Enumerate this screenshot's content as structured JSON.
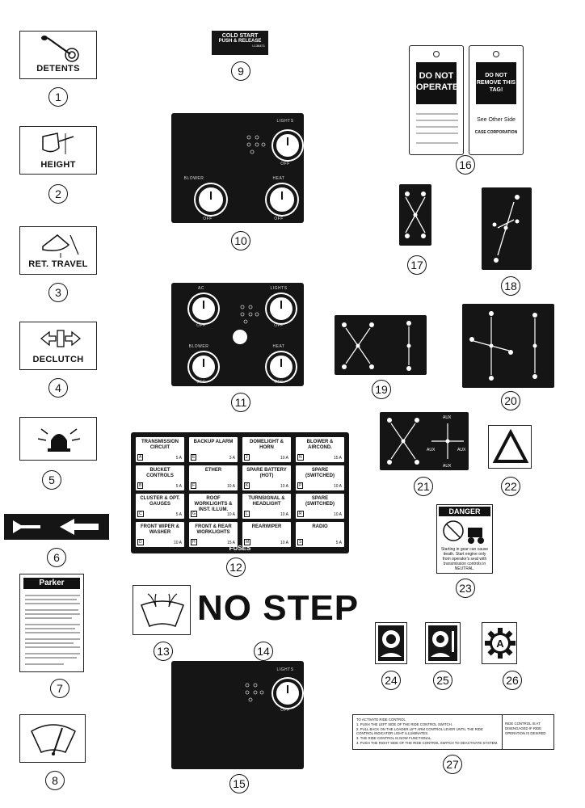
{
  "callouts": [
    "1",
    "2",
    "3",
    "4",
    "5",
    "6",
    "7",
    "8",
    "9",
    "10",
    "11",
    "12",
    "13",
    "14",
    "15",
    "16",
    "17",
    "18",
    "19",
    "20",
    "21",
    "22",
    "23",
    "24",
    "25",
    "26",
    "27"
  ],
  "decals": {
    "detents": "DETENTS",
    "height": "HEIGHT",
    "ret_travel": "RET. TRAVEL",
    "declutch": "DECLUTCH",
    "cold_start_line1": "COLD START",
    "cold_start_line2": "PUSH & RELEASE",
    "cold_start_part": "L138471",
    "no_step": "NO STEP",
    "parker": "Parker",
    "danger": "DANGER",
    "danger_text": "Starting in gear can cause death. Start engine only from operator's seat with transmission controls in NEUTRAL."
  },
  "tags": {
    "left_title": "DO NOT OPERATE",
    "right_title": "DO NOT REMOVE THIS TAG!",
    "right_sub": "See Other Side",
    "right_company": "CASE CORPORATION"
  },
  "panels": {
    "lights": "LIGHTS",
    "blower": "BLOWER",
    "heat": "HEAT",
    "ac": "AC",
    "off": "OFF"
  },
  "fuse_panel": {
    "title": "FUSES",
    "fuses": [
      {
        "name": "TRANSMISSION CIRCUIT",
        "letter": "A",
        "amps": "5 A"
      },
      {
        "name": "BACKUP ALARM",
        "letter": "E",
        "amps": "3 A"
      },
      {
        "name": "DOMELIGHT & HORN",
        "letter": "J",
        "amps": "10 A"
      },
      {
        "name": "BLOWER & AIRCOND.",
        "letter": "N",
        "amps": "15 A"
      },
      {
        "name": "BUCKET CONTROLS",
        "letter": "B",
        "amps": "5 A"
      },
      {
        "name": "ETHER",
        "letter": "F",
        "amps": "10 A"
      },
      {
        "name": "SPARE BATTERY (HOT)",
        "letter": "K",
        "amps": "10 A"
      },
      {
        "name": "SPARE (SWITCHED)",
        "letter": "P",
        "amps": "10 A"
      },
      {
        "name": "CLUSTER & OPT. GAUGES",
        "letter": "C",
        "amps": "5 A"
      },
      {
        "name": "ROOF WORKLIGHTS & INST. ILLUM.",
        "letter": "G",
        "amps": "10 A"
      },
      {
        "name": "TURNSIGNAL & HEADLIGHT",
        "letter": "L",
        "amps": "10 A"
      },
      {
        "name": "SPARE (SWITCHED)",
        "letter": "R",
        "amps": "10 A"
      },
      {
        "name": "FRONT WIPER & WASHER",
        "letter": "D",
        "amps": "10 A"
      },
      {
        "name": "FRONT & REAR WORKLIGHTS",
        "letter": "H",
        "amps": "15 A"
      },
      {
        "name": "REARWIPER",
        "letter": "M",
        "amps": "10 A"
      },
      {
        "name": "RADIO",
        "letter": "S",
        "amps": "5 A"
      }
    ]
  },
  "ride_control": {
    "line1": "TO ACTIVATE RIDE CONTROL",
    "line2": "1. PUSH THE LEFT SIDE OF THE RIDE CONTROL SWITCH.",
    "line3": "2. PULL BACK ON THE LOADER LIFT ARM CONTROL LEVER UNTIL THE RIDE CONTROL INDICATOR LIGHT ILLUMINATES.",
    "line4": "3. THE RIDE CONTROL IS NOW FUNCTIONAL.",
    "line5": "4. PUSH THE RIGHT SIDE OF THE RIDE CONTROL SWITCH TO DEACTIVATE SYSTEM.",
    "side": "RIDE CONTROL IS AT DISENGAGED IF RIDE OPERATION IS DESIRED"
  },
  "aux_labels": [
    "AUX",
    "AUX",
    "AUX",
    "AUX"
  ]
}
